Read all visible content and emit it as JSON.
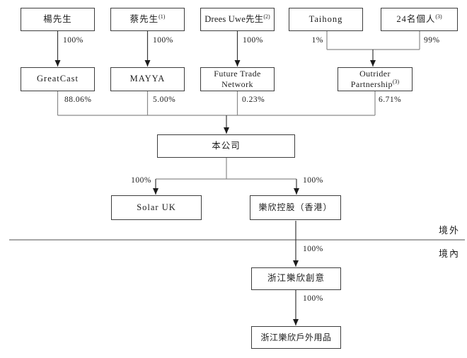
{
  "nodes": {
    "yang": {
      "label": "楊先生"
    },
    "cai": {
      "label": "蔡先生",
      "sup": "(1)"
    },
    "drees": {
      "label": "Drees Uwe先生",
      "sup": "(2)"
    },
    "taihong": {
      "label": "Taihong"
    },
    "individuals": {
      "label": "24名個人",
      "sup": "(3)"
    },
    "greatcast": {
      "label": "GreatCast"
    },
    "mayya": {
      "label": "MAYYA"
    },
    "future_trade": {
      "label": "Future Trade Network"
    },
    "outrider": {
      "label": "Outrider Partnership",
      "sup": "(3)"
    },
    "company": {
      "label": "本公司"
    },
    "solar_uk": {
      "label": "Solar UK"
    },
    "lexin_hk": {
      "label": "樂欣控股（香港）"
    },
    "zj_creative": {
      "label": "浙江樂欣創意"
    },
    "zj_outdoor": {
      "label": "浙江樂欣戶外用品"
    }
  },
  "edge_labels": {
    "yang_greatcast": "100%",
    "cai_mayya": "100%",
    "drees_future_trade": "100%",
    "taihong_outrider": "1%",
    "individuals_outrider": "99%",
    "greatcast_company": "88.06%",
    "mayya_company": "5.00%",
    "future_trade_company": "0.23%",
    "outrider_company": "6.71%",
    "company_solar_uk": "100%",
    "company_lexin_hk": "100%",
    "lexin_hk_zj_creative": "100%",
    "zj_creative_zj_outdoor": "100%"
  },
  "regions": {
    "offshore": "境外",
    "onshore": "境內"
  },
  "colors": {
    "box_border": "#3d3d3d",
    "wire_gray": "#8a8a8a",
    "wire_dark": "#383838",
    "background": "#ffffff"
  }
}
